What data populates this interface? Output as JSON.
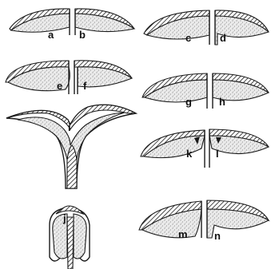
{
  "figure": {
    "panel_labels": {
      "a": "a",
      "b": "b",
      "c": "c",
      "d": "d",
      "e": "e",
      "f": "f",
      "g": "g",
      "h": "h",
      "i": "i",
      "j": "j",
      "k": "k",
      "l": "l",
      "m": "m",
      "n": "n"
    }
  }
}
